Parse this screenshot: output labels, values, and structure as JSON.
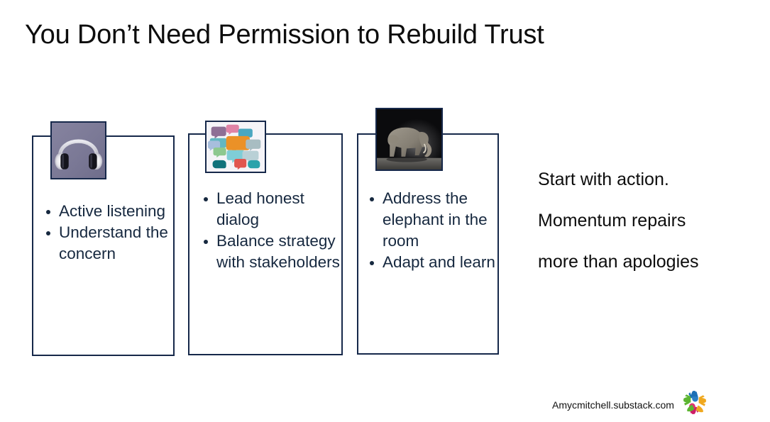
{
  "slide": {
    "title": "You Don’t Need Permission to Rebuild Trust",
    "background_color": "#ffffff",
    "title_color": "#0d0d0d",
    "accent_color": "#16284a",
    "bullet_text_color": "#16283f"
  },
  "cards": [
    {
      "image": {
        "name": "headphones-image",
        "alt": "Over-ear headphones on a purple-gray background",
        "background_color": "#7b7996"
      },
      "bullets": [
        "Active listening",
        "Understand the concern"
      ]
    },
    {
      "image": {
        "name": "speech-bubbles-image",
        "alt": "Cluster of colorful overlapping speech bubbles",
        "background_color": "#f4f3f8"
      },
      "bullets": [
        "Lead honest dialog",
        "Balance strategy with stakeholders"
      ]
    },
    {
      "image": {
        "name": "elephant-image",
        "alt": "Elephant standing in a dark room",
        "background_color": "#0b0b0d"
      },
      "bullets": [
        "Address the elephant in the room",
        "Adapt and learn"
      ]
    }
  ],
  "message": {
    "lines": [
      "Start with action.",
      "Momentum repairs",
      "more than apologies"
    ]
  },
  "footer": {
    "url": "Amycmitchell.substack.com",
    "logo_name": "colorful-hands-logo"
  }
}
